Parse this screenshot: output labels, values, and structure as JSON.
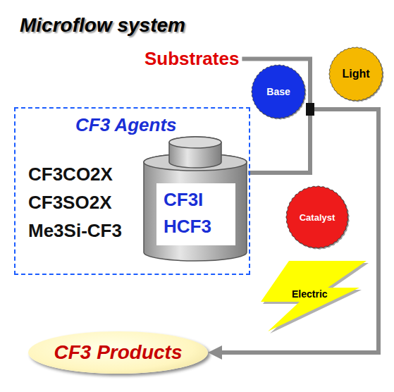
{
  "diagram": {
    "title": "Microflow system",
    "nodes": [
      {
        "text": [
          "CF3 Agents",
          "CF3CO2X",
          "CF3SO2X",
          "Me3Si-CF3"
        ]
      },
      {
        "text": [
          "CF3I",
          "HCF3"
        ],
        "in": 0
      },
      {
        "text": [
          "Base"
        ]
      },
      {
        "text": [
          "Light"
        ]
      },
      {
        "text": [
          "Catalyst"
        ]
      },
      {
        "text": [
          "Electric"
        ]
      },
      {
        "text": [
          "CF3 Products"
        ]
      }
    ],
    "edges": [
      {
        "from": 1,
        "to": 6,
        "arrow": "to"
      }
    ],
    "labels": [
      "Substrates"
    ]
  }
}
